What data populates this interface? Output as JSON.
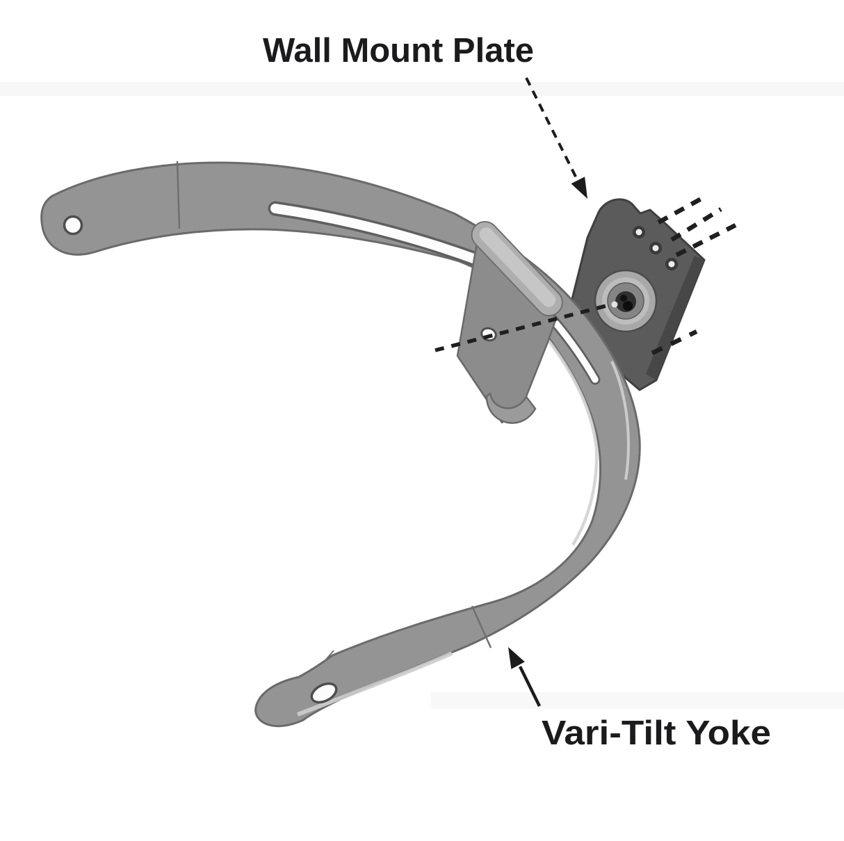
{
  "figure": {
    "type": "technical-diagram",
    "subject": "speaker wall-mount bracket exploded view",
    "labels": {
      "wall_mount_plate": "Wall Mount Plate",
      "vari_tilt_yoke": "Vari-Tilt Yoke"
    },
    "colors": {
      "background": "#ffffff",
      "yoke_fill": "#949494",
      "yoke_edge": "#6a6a6a",
      "yoke_highlight": "#d2d2d2",
      "clamp_fill": "#8c8c8c",
      "fold_fill": "#aeaeae",
      "plate_fill": "#5b5b5b",
      "plate_edge": "#3f3f3f",
      "knob_ring": "#a8a8a8",
      "hole_fill": "#fcfcfc",
      "dash_color": "#1f1f1f",
      "label_color": "#1b1b1d"
    }
  }
}
